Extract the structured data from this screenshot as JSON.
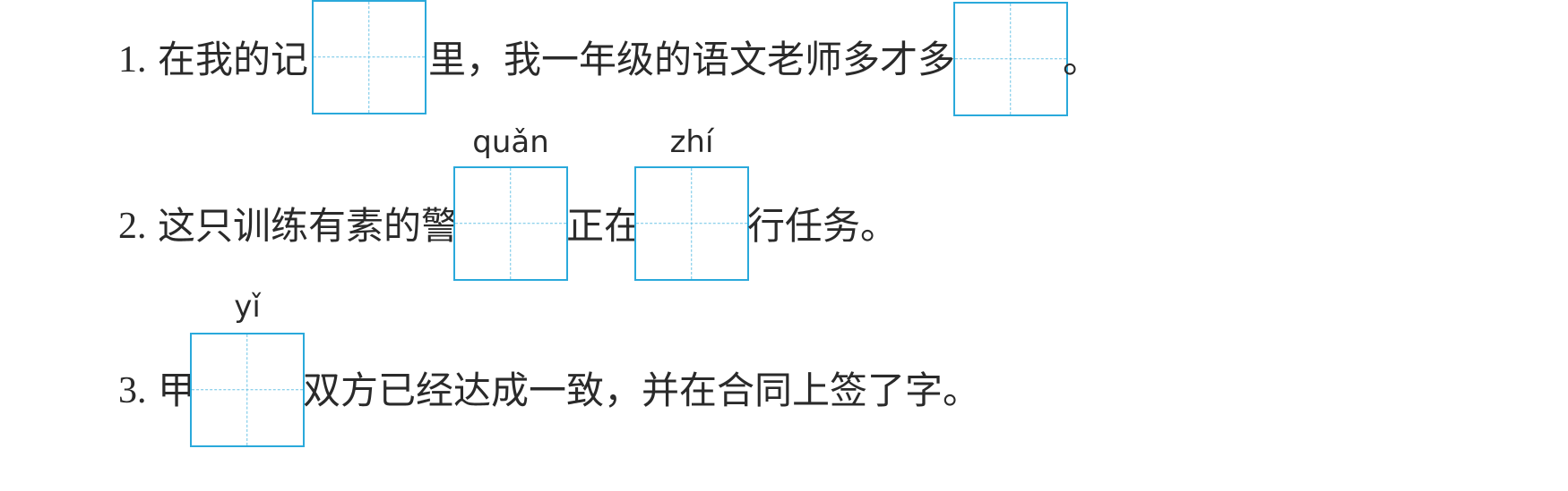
{
  "questions": [
    {
      "number": "1.",
      "seg1": "在我的记",
      "seg2": "里，我一年级的语文老师多才多",
      "seg3": "。"
    },
    {
      "number": "2.",
      "seg1": "这只训练有素的警",
      "pinyin1": "quǎn",
      "seg2": "正在",
      "pinyin2": "zhí",
      "seg3": "行任务。"
    },
    {
      "number": "3.",
      "seg1": "甲",
      "pinyin1": "yǐ",
      "seg2": "双方已经达成一致，并在合同上签了字。"
    }
  ]
}
